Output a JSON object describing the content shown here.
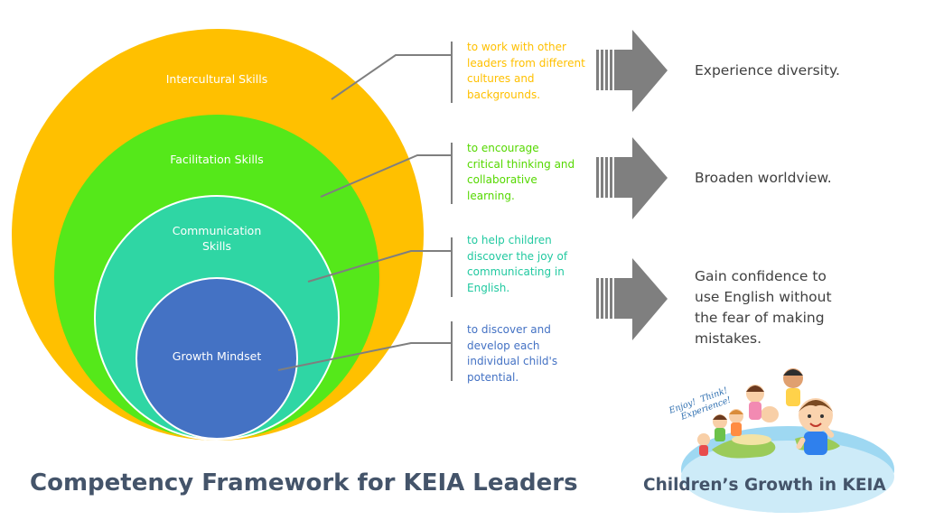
{
  "colors": {
    "intercultural": "#FFC000",
    "facilitation": "#55E81A",
    "communication": "#2FD6A4",
    "growth": "#4472C4",
    "arrow": "#7F7F7F",
    "title": "#44546A",
    "outcome_text": "#404040"
  },
  "layers": [
    {
      "id": "intercultural",
      "label": "Intercultural Skills",
      "description": [
        "to work with other",
        "leaders from different",
        "cultures and",
        "backgrounds."
      ],
      "desc_color": "#FFC000"
    },
    {
      "id": "facilitation",
      "label": "Facilitation Skills",
      "description": [
        "to encourage",
        "critical thinking and",
        "collaborative",
        "learning."
      ],
      "desc_color": "#55D800"
    },
    {
      "id": "communication",
      "label": [
        "Communication",
        "Skills"
      ],
      "description": [
        "to help children",
        "discover the joy of",
        "communicating in",
        "English."
      ],
      "desc_color": "#21C9A0"
    },
    {
      "id": "growth",
      "label": "Growth Mindset",
      "description": [
        "to discover and",
        "develop each",
        "individual child's",
        "potential."
      ],
      "desc_color": "#4472C4"
    }
  ],
  "outcomes": [
    "Experience diversity.",
    "Broaden worldview.",
    [
      "Gain confidence to",
      "use English without",
      "the fear of making",
      "mistakes."
    ]
  ],
  "illustration": {
    "icon": "children-globe-illustration",
    "banner": [
      "Enjoy!",
      "Think!",
      "Experience!"
    ]
  },
  "titles": {
    "main": "Competency Framework for KEIA Leaders",
    "side": "Children’s Growth in KEIA"
  }
}
